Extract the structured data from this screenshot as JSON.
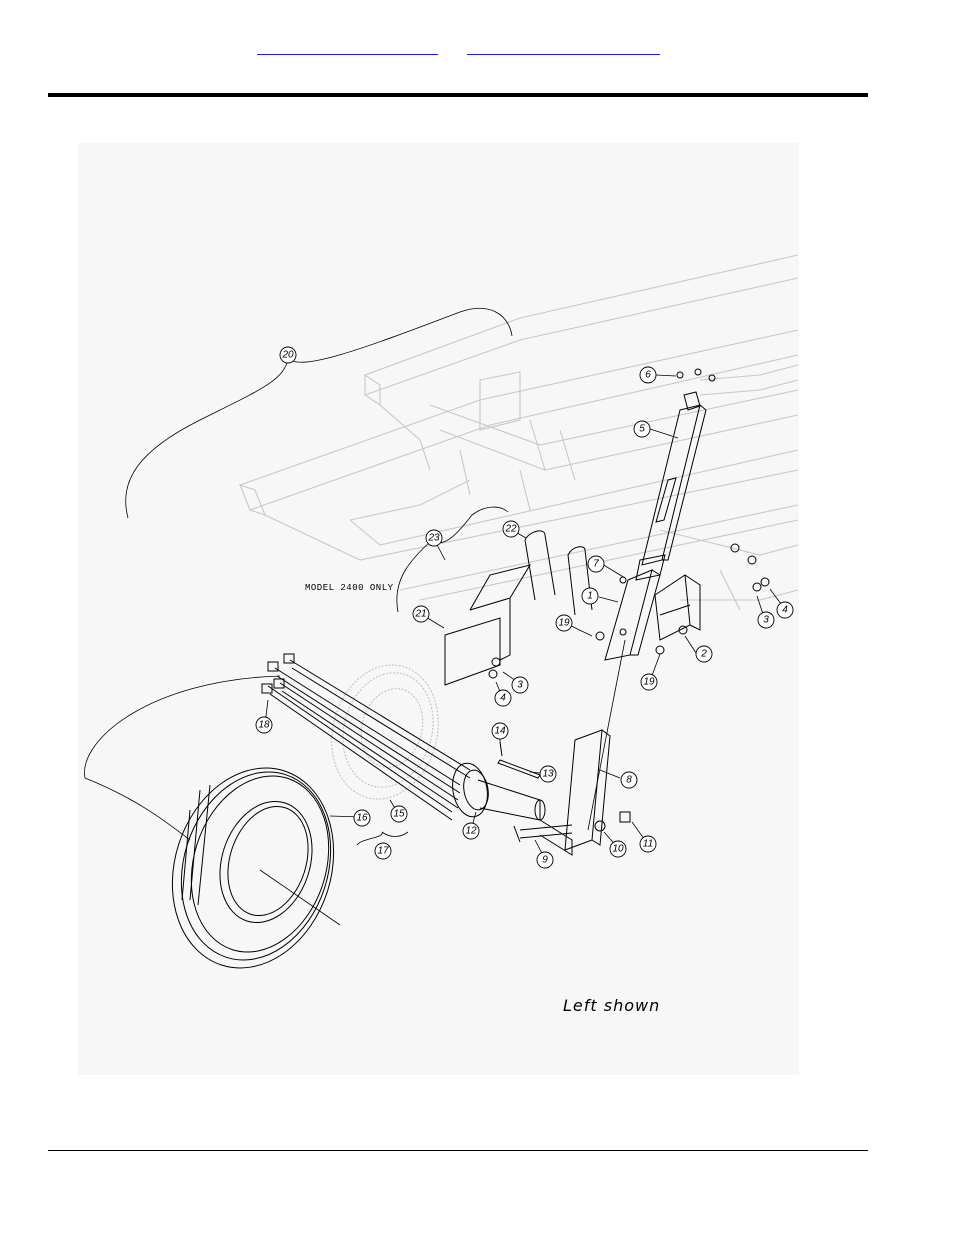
{
  "header": {
    "link_a": "",
    "link_b": ""
  },
  "diagram": {
    "note_model": "MODEL 2400 ONLY",
    "caption": "Left shown",
    "callouts": [
      "1",
      "2",
      "3",
      "3",
      "4",
      "4",
      "5",
      "6",
      "7",
      "8",
      "9",
      "10",
      "11",
      "12",
      "13",
      "14",
      "15",
      "16",
      "17",
      "18",
      "19",
      "19",
      "20",
      "21",
      "22",
      "23"
    ]
  }
}
